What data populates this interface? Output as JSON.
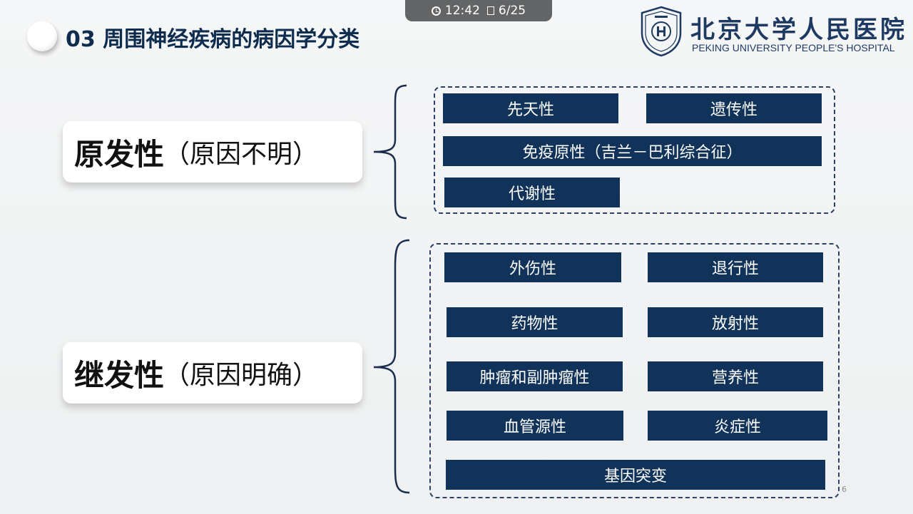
{
  "overlay": {
    "time": "12:42",
    "page": "6/25"
  },
  "title": "03 周围神经疾病的病因学分类",
  "logo": {
    "chinese_name": "北京大学人民医院",
    "english_name": "PEKING UNIVERSITY PEOPLE'S HOSPITAL",
    "emblem_icon": "hospital-emblem-icon"
  },
  "categories": [
    {
      "main": "原发性",
      "sub": "（原因不明）"
    },
    {
      "main": "继发性",
      "sub": "（原因明确）"
    }
  ],
  "primary_items": [
    "先天性",
    "遗传性",
    "免疫原性（吉兰－巴利综合征）",
    "代谢性"
  ],
  "secondary_items": [
    "外伤性",
    "退行性",
    "药物性",
    "放射性",
    "肿瘤和副肿瘤性",
    "营养性",
    "血管源性",
    "炎症性",
    "基因突变"
  ],
  "page_number": "6",
  "colors": {
    "item_fill": "#11335a",
    "title_text": "#0e2c4e",
    "logo": "#1e3a63"
  }
}
